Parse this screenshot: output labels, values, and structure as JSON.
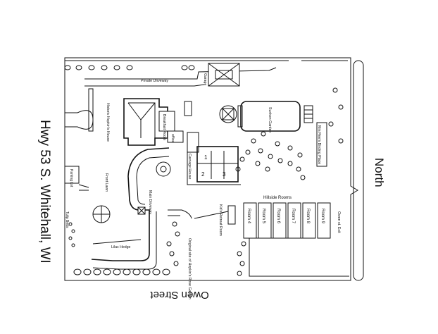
{
  "map": {
    "roads": {
      "highway": "Hwy 53 S. Whitehall, WI",
      "owen_street": "Owen Street",
      "north": "North"
    },
    "labels": {
      "private_driveway": "Private Driveway",
      "garage": "Garage",
      "sunken_garden": "Sunken Garden",
      "historic_house": "Historic Hopkin's House",
      "breakfast_room": "Breakfast Room",
      "office": "office",
      "carriage_house": "Carriage House",
      "mrs_rees_birding_place": "Mrs Ree's Birding Place",
      "parking_lot": "Parking Lot",
      "front_lawn": "Front Lawn",
      "main_driveway": "Main Driveway",
      "tulip_beds": "Tulip Beds",
      "lilac_hedge": "Lilac Hedge",
      "original_rose_garden": "Original site of Hopkin's Rose Garden",
      "kids_retreat_room": "Kid's Retreat Room",
      "hillside_rooms": "Hillside Rooms",
      "owen_st_exit": "Owen st. Exit",
      "carriage_units": [
        "1",
        "2",
        "3"
      ]
    },
    "rooms": [
      "Room 4",
      "Room 5",
      "Room 6",
      "Room 7",
      "Room 8",
      "Room 9"
    ]
  }
}
